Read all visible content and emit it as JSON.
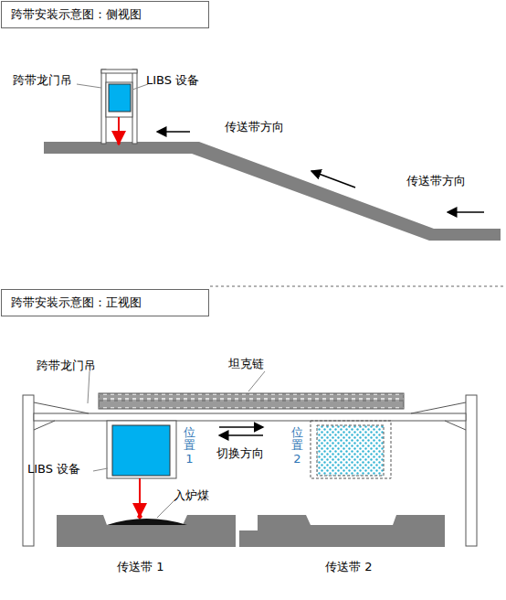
{
  "diagram": {
    "nodes": [
      {
        "text": [
          "跨带安装示意图：侧视图"
        ]
      },
      {
        "text": [
          "跨带安装示意图：正视图"
        ]
      }
    ],
    "labels": [
      "跨带龙门吊",
      "LIBS 设备",
      "传送带方向",
      "传送带方向",
      "坦克链",
      "跨带龙门吊",
      "位置1",
      "位置2",
      "切换方向",
      "LIBS 设备",
      "入炉煤",
      "传送带 1",
      "传送带 2"
    ]
  }
}
